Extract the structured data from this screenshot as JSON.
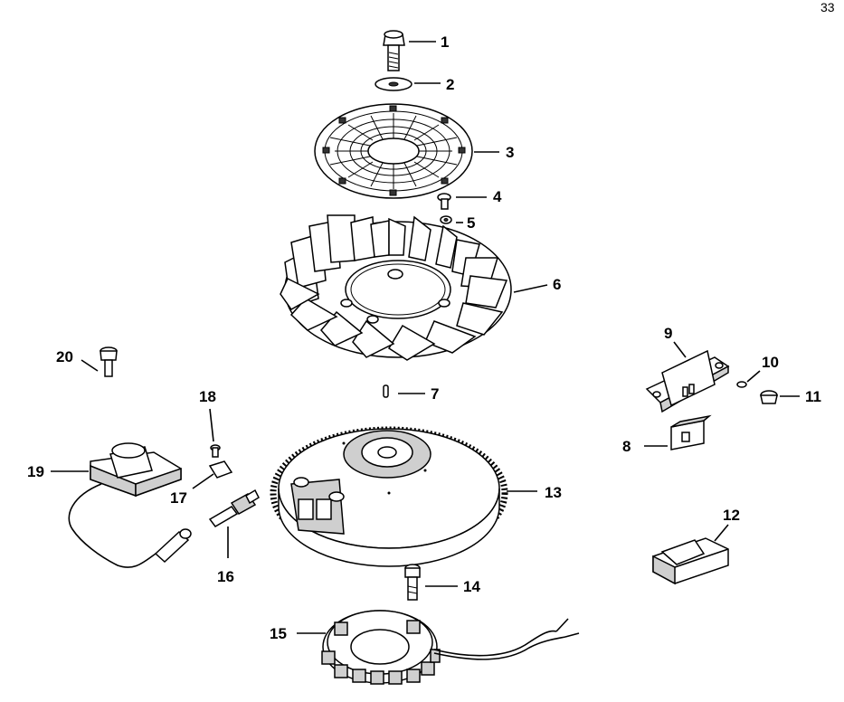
{
  "page_number": "33",
  "callouts": {
    "c1": "1",
    "c2": "2",
    "c3": "3",
    "c4": "4",
    "c5": "5",
    "c6": "6",
    "c7": "7",
    "c8": "8",
    "c9": "9",
    "c10": "10",
    "c11": "11",
    "c12": "12",
    "c13": "13",
    "c14": "14",
    "c15": "15",
    "c16": "16",
    "c17": "17",
    "c18": "18",
    "c19": "19",
    "c20": "20"
  },
  "colors": {
    "line": "#000000",
    "background": "#ffffff",
    "shade": "#cfcfcf"
  }
}
